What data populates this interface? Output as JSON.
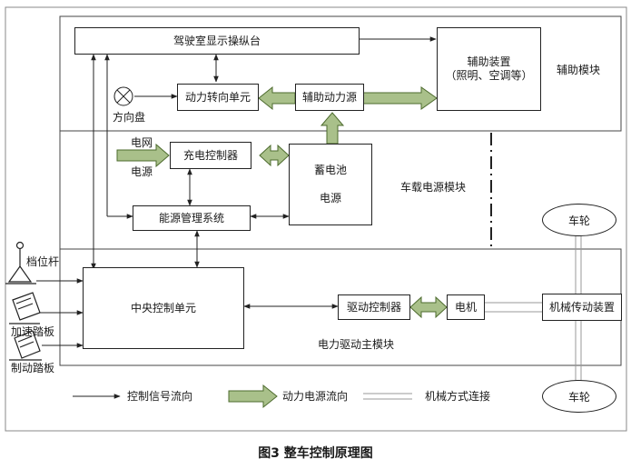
{
  "diagram": {
    "caption": "图3 整车控制原理图",
    "blocks": {
      "console": "驾驶室显示操纵台",
      "aux_device_1": "辅助装置",
      "aux_device_2": "（照明、空调等）",
      "power_steering": "动力转向单元",
      "aux_power": "辅助动力源",
      "charge_ctrl": "充电控制器",
      "battery_1": "蓄电池",
      "battery_2": "电源",
      "ems": "能源管理系统",
      "vcu": "中央控制单元",
      "drive_ctrl": "驱动控制器",
      "motor": "电机",
      "transmission": "机械传动装置"
    },
    "labels": {
      "steering_wheel": "方向盘",
      "grid_1": "电网",
      "grid_2": "电源",
      "gear_lever": "档位杆",
      "accel_pedal": "加速踏板",
      "brake_pedal": "制动踏板",
      "wheel_top": "车轮",
      "wheel_bottom": "车轮"
    },
    "modules": {
      "aux": "辅助模块",
      "power": "车载电源模块",
      "drive": "电力驱动主模块"
    },
    "legend": {
      "control_signal": "控制信号流向",
      "power_flow": "动力电源流向",
      "mechanical": "机械方式连接"
    },
    "colors": {
      "power_arrow_fill": "#a9c08a",
      "power_arrow_stroke": "#4d6b2e",
      "line": "#222222",
      "frame": "#888888"
    }
  }
}
